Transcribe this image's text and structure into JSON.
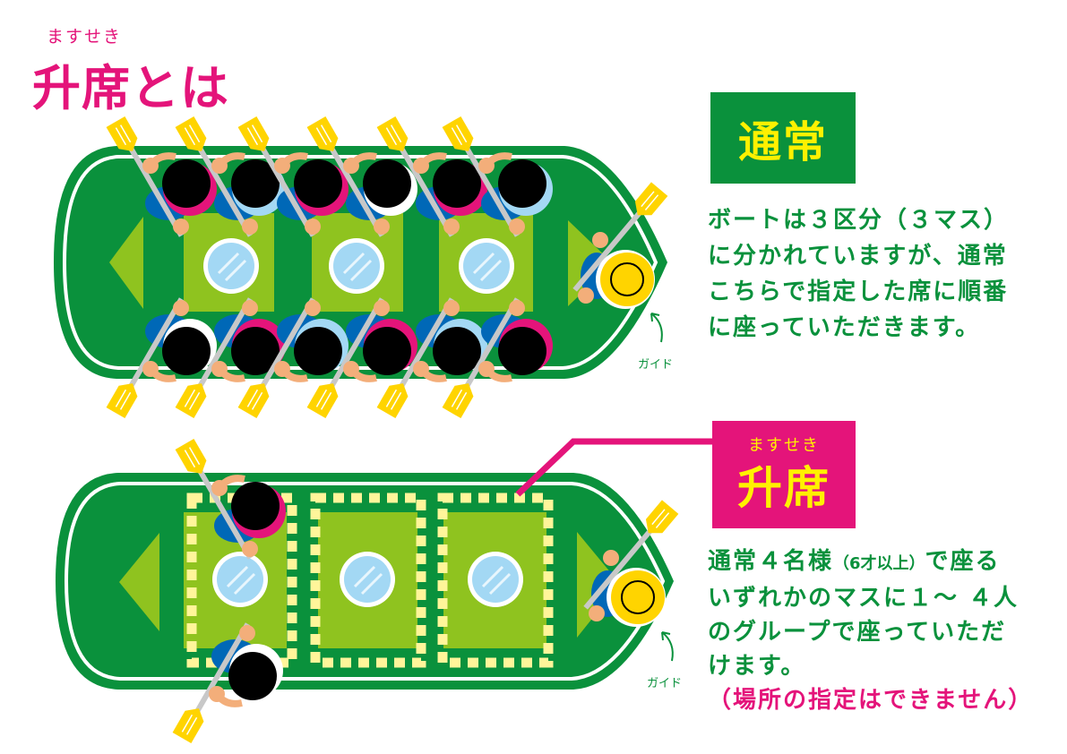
{
  "title": {
    "ruby": "ますせき",
    "text": "升席とは"
  },
  "normal": {
    "label": "通常",
    "lines": [
      "ボートは３区分（３マス）",
      "に分かれていますが、通常",
      "こちらで指定した席に順番",
      "に座っていただきます。"
    ]
  },
  "masu": {
    "ruby": "ますせき",
    "label": "升席",
    "line0_a": "通常４名様",
    "line0_small": "（6才以上）",
    "line0_b": "で座る",
    "lines": [
      "いずれかのマスに１～ ４人",
      "のグループで座っていただ",
      "けます。"
    ],
    "note": "（場所の指定はできません）"
  },
  "guide_label": "ガイド",
  "colors": {
    "dark_green": "#0a913c",
    "light_green": "#8fc31f",
    "magenta": "#e4147a",
    "yellow": "#fff100",
    "paddle": "#ffd400",
    "shirt": "#0068b7",
    "skin": "#f3ae7a",
    "window": "#a3d8f4",
    "masu_dots": "#fff59a"
  }
}
